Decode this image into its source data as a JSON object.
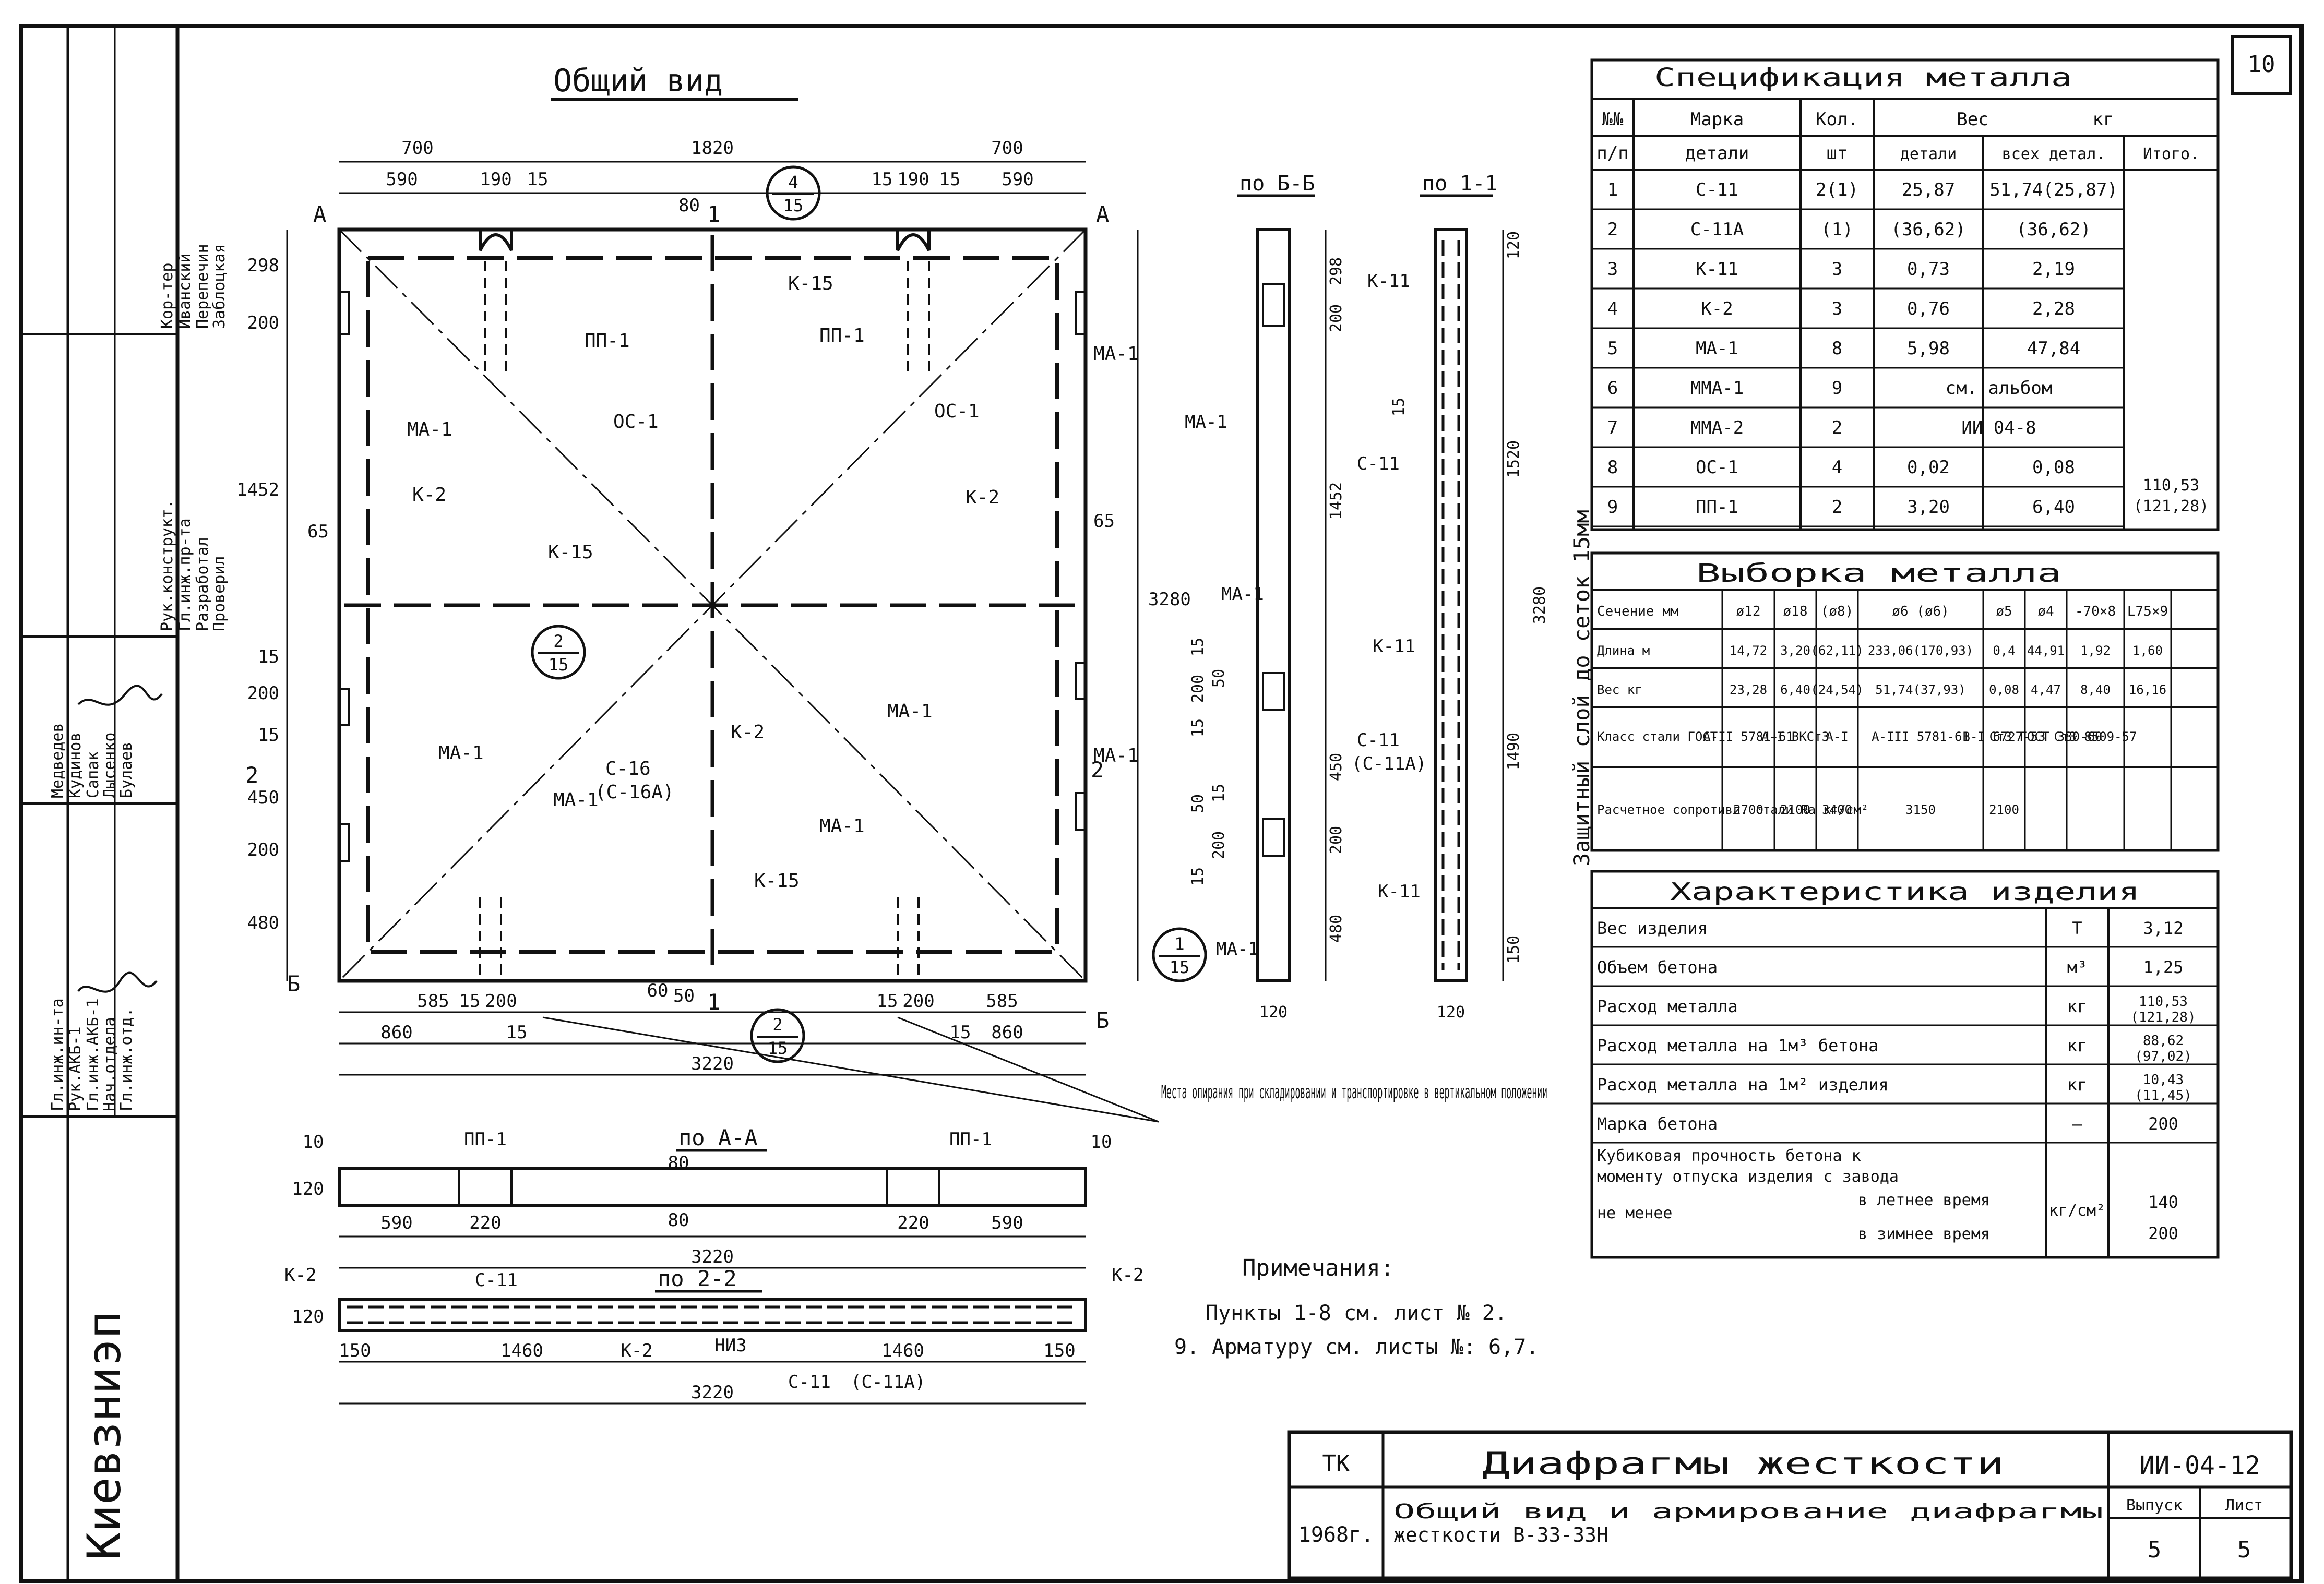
{
  "sheet_number": "10",
  "views": {
    "general_title": "Общий вид",
    "section_bb": "по Б-Б",
    "section_11": "по 1-1",
    "section_aa": "по А-А",
    "section_22": "по 2-2"
  },
  "plan_labels": {
    "dims_top": [
      "700",
      "1820",
      "700"
    ],
    "dims_top2": [
      "590",
      "190",
      "15",
      "15",
      "190",
      "15",
      "590"
    ],
    "dims_left": [
      "298",
      "200",
      "1452",
      "65",
      "200",
      "15",
      "450",
      "200",
      "480",
      "15"
    ],
    "dims_right": [
      "65",
      "3280"
    ],
    "dims_bottom": [
      "585",
      "15",
      "200",
      "200",
      "15",
      "585",
      "860",
      "15",
      "15",
      "860",
      "3220",
      "60"
    ],
    "marks": [
      "А",
      "А",
      "1",
      "1",
      "2",
      "2",
      "Б",
      "Б",
      "80",
      "50"
    ],
    "callouts": [
      "К-15",
      "ПП-1",
      "ПП-1",
      "МА-1",
      "МА-1",
      "МА-1",
      "МА-1",
      "МА-1",
      "МА-1",
      "МА-1",
      "ОС-1",
      "ОС-1",
      "К-2",
      "К-2",
      "К-2",
      "К-15",
      "К-15",
      "С-16",
      "(С-16А)"
    ],
    "circle_refs": [
      [
        "4",
        "15"
      ],
      [
        "2",
        "15"
      ],
      [
        "1",
        "15"
      ],
      [
        "2",
        "15"
      ]
    ]
  },
  "section_bb_labels": [
    "298",
    "200",
    "1452",
    "15",
    "200",
    "50",
    "15",
    "450",
    "200",
    "50",
    "15",
    "15",
    "200",
    "480",
    "120",
    "МА-1",
    "МА-1",
    "МА-1"
  ],
  "section_11_labels": [
    "120",
    "1520",
    "3280",
    "1490",
    "150",
    "120",
    "К-11",
    "С-11",
    "К-11",
    "С-11",
    "(С-11А)",
    "К-11",
    "15"
  ],
  "protective_layer": "Защитный слой до сеток 15мм",
  "section_aa_labels": [
    "ПП-1",
    "ПП-1",
    "10",
    "10",
    "120",
    "80",
    "80",
    "590",
    "220",
    "220",
    "590",
    "3220"
  ],
  "section_22_labels": [
    "К-2",
    "С-11",
    "К-2",
    "120",
    "150",
    "1460",
    "К-2",
    "НИЗ",
    "1460",
    "150",
    "С-11",
    "(С-11А)",
    "3220"
  ],
  "support_note": "Места опирания при складировании и транспортировке в вертикальном положении",
  "notes": {
    "title": "Примечания:",
    "lines": [
      "Пункты 1-8 см. лист № 2.",
      "9. Арматуру см. листы №: 6,7."
    ]
  },
  "spec_table": {
    "title": "Спецификация металла",
    "header1": [
      "№№",
      "Марка",
      "Кол.",
      "Вес",
      "кг"
    ],
    "header2": [
      "п/п",
      "детали",
      "шт",
      "детали",
      "всех детал.",
      "Итого."
    ],
    "rows": [
      [
        "1",
        "С-11",
        "2(1)",
        "25,87",
        "51,74(25,87)"
      ],
      [
        "2",
        "С-11А",
        "(1)",
        "(36,62)",
        "(36,62)"
      ],
      [
        "3",
        "К-11",
        "3",
        "0,73",
        "2,19"
      ],
      [
        "4",
        "К-2",
        "3",
        "0,76",
        "2,28"
      ],
      [
        "5",
        "МА-1",
        "8",
        "5,98",
        "47,84"
      ],
      [
        "6",
        "ММА-1",
        "9",
        "см. альбом"
      ],
      [
        "7",
        "ММА-2",
        "2",
        "ИИ 04-8"
      ],
      [
        "8",
        "ОС-1",
        "4",
        "0,02",
        "0,08"
      ],
      [
        "9",
        "ПП-1",
        "2",
        "3,20",
        "6,40"
      ]
    ],
    "total": [
      "110,53",
      "(121,28)"
    ]
  },
  "selection_table": {
    "title": "Выборка металла",
    "columns": [
      "Сечение мм",
      "ø12",
      "ø18",
      "(ø8)",
      "ø6 (ø6)",
      "ø5",
      "ø4",
      "-70×8",
      "L75×9"
    ],
    "rows": [
      [
        "Длина м",
        "14,72",
        "3,20",
        "(62,11)",
        "233,06(170,93)",
        "0,4",
        "44,91",
        "1,92",
        "1,60"
      ],
      [
        "Вес кг",
        "23,28",
        "6,40",
        "(24,54)",
        "51,74(37,93)",
        "0,08",
        "4,47",
        "8,40",
        "16,16"
      ],
      [
        "Класс стали ГОСТ",
        "А-II 5781-61",
        "А-I ВКСт3",
        "А-I",
        "А-III 5781-61",
        "В-I 6727-53",
        "Ст3 ГОСТ 380-60",
        "Ст3 8509-57"
      ],
      [
        "Расчетное сопротивл. стали Ra кг/см²",
        "2700",
        "2100",
        "3400",
        "3150",
        "2100"
      ]
    ]
  },
  "char_table": {
    "title": "Характеристика изделия",
    "rows": [
      [
        "Вес изделия",
        "Т",
        "3,12"
      ],
      [
        "Объем бетона",
        "м³",
        "1,25"
      ],
      [
        "Расход металла",
        "кг",
        "110,53",
        "(121,28)"
      ],
      [
        "Расход металла на 1м³ бетона",
        "кг",
        "88,62",
        "(97,02)"
      ],
      [
        "Расход металла на 1м² изделия",
        "кг",
        "10,43",
        "(11,45)"
      ],
      [
        "Марка бетона",
        "—",
        "200"
      ]
    ],
    "strength": {
      "text1": "Кубиковая прочность бетона к",
      "text2": "моменту отпуска изделия с завода",
      "text3": "не менее",
      "summer": "в летнее время",
      "winter": "в зимнее время",
      "unit": "кг/см²",
      "summer_val": "140",
      "winter_val": "200"
    }
  },
  "title_block": {
    "tk": "ТК",
    "year": "1968г.",
    "title": "Диафрагмы жесткости",
    "subtitle1": "Общий вид и армирование диафрагмы",
    "subtitle2": "жесткости В-33-33Н",
    "code": "ИИ-04-12",
    "issue_label": "Выпуск",
    "issue": "5",
    "sheet_label": "Лист",
    "sheet": "5"
  },
  "side_stamp": {
    "org": "Киевзниэп",
    "roles": [
      "Гл.инж.ин-та",
      "Рук.АКБ-1",
      "Гл.инж.АКБ-1",
      "Нач.отдела",
      "Гл.инж.отд."
    ],
    "names": [
      "Медведев",
      "Кудинов",
      "Сапак",
      "Лысенко",
      "Булаев"
    ],
    "roles2": [
      "Рук.конструкт.",
      "Гл.инж.пр-та",
      "Разработал",
      "Проверил"
    ],
    "names2": [
      "Кор-тер",
      "Иванский",
      "Перепечин",
      "Заблоцкая"
    ]
  }
}
